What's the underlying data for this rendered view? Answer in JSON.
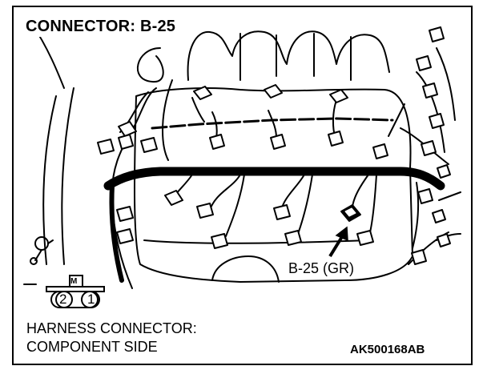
{
  "title": "CONNECTOR: B-25",
  "callout_label": "B-25 (GR)",
  "connector_face": {
    "key_mark": "M",
    "pins": [
      "2",
      "1"
    ]
  },
  "footer": {
    "line1": "HARNESS CONNECTOR:",
    "line2": "COMPONENT SIDE"
  },
  "figure_code": "AK500168AB"
}
